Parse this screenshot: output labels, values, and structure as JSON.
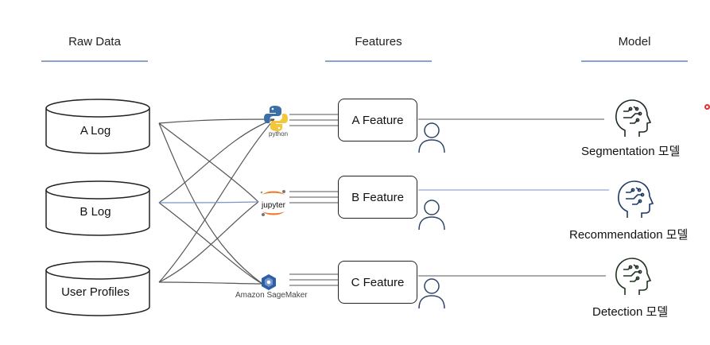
{
  "headers": {
    "raw_data": "Raw Data",
    "features": "Features",
    "model": "Model"
  },
  "logs": [
    {
      "label": "A Log"
    },
    {
      "label": "B Log"
    },
    {
      "label": "User Profiles"
    }
  ],
  "tools": [
    {
      "icon": "python-logo-icon",
      "label": "python"
    },
    {
      "icon": "jupyter-logo-icon",
      "label": "jupyter"
    },
    {
      "icon": "sagemaker-logo-icon",
      "label": "Amazon SageMaker"
    }
  ],
  "features": [
    {
      "label": "A Feature"
    },
    {
      "label": "B Feature"
    },
    {
      "label": "C Feature"
    }
  ],
  "models": [
    {
      "label": "Segmentation 모델",
      "icon": "brain-head-icon"
    },
    {
      "label": "Recommendation 모델",
      "icon": "brain-head-icon"
    },
    {
      "label": "Detection 모델",
      "icon": "brain-head-icon"
    }
  ],
  "colors": {
    "header_rule": "#8ea3c4",
    "line_gray": "#555555",
    "line_blue": "#7b93c9",
    "brain_a": "#1f2a2a",
    "brain_b": "#1f3a66",
    "brain_c": "#1f3320"
  }
}
